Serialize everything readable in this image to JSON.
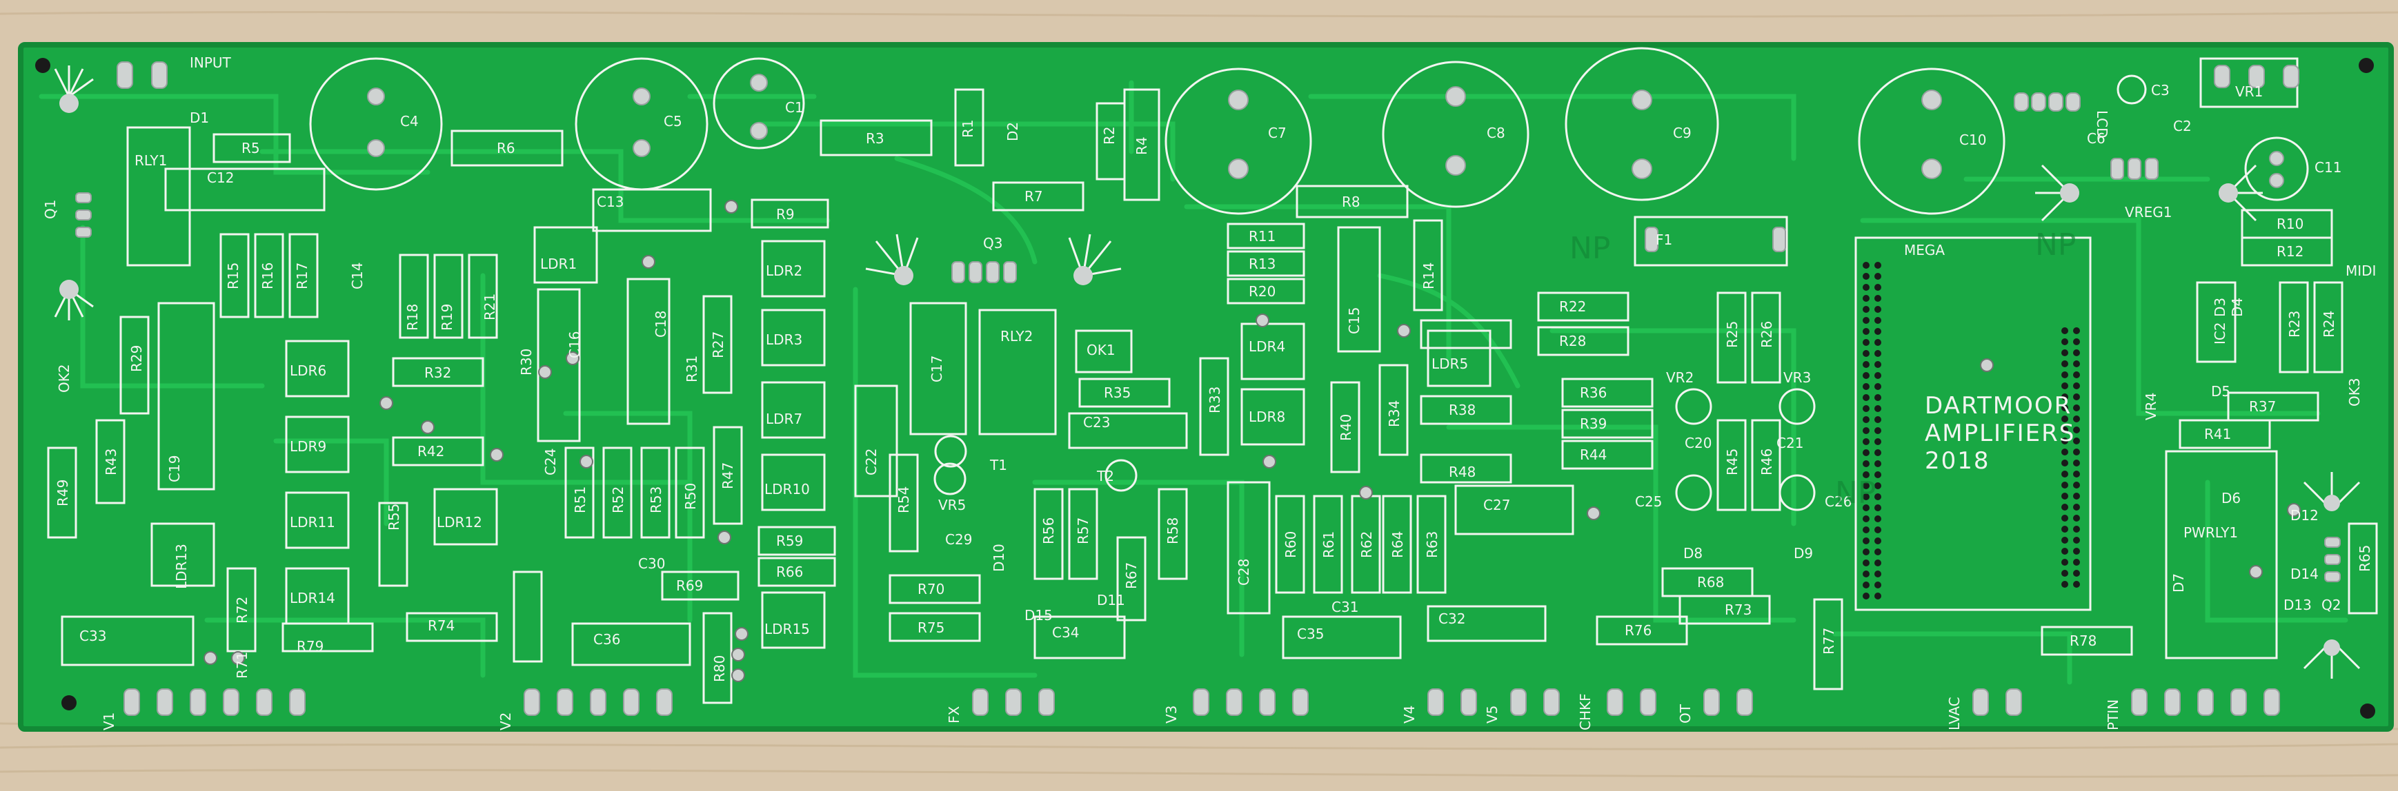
{
  "photo": {
    "subject": "pcb",
    "colors": {
      "background": "#d9c7ad",
      "board": "#19a844",
      "board_dark": "#128a36",
      "trace": "#22c052",
      "silk": "#f2f5f0",
      "pad": "#cfd3d2",
      "hole": "#1a1a1a"
    }
  },
  "labels": {
    "input": "INPUT",
    "d1": "D1",
    "rly1": "RLY1",
    "q1": "Q1",
    "r5": "R5",
    "r6": "R6",
    "r3": "R3",
    "r1": "R1",
    "r2": "R2",
    "r4": "R4",
    "c4": "C4",
    "c5": "C5",
    "c1": "C1",
    "c7": "C7",
    "c8": "C8",
    "c9": "C9",
    "c10": "C10",
    "c11": "C11",
    "c3": "C3",
    "c2": "C2",
    "c6": "C6",
    "lcd": "LCD",
    "vr1": "VR1",
    "vreg1": "VREG1",
    "d2": "D2",
    "c12": "C12",
    "c13": "C13",
    "r9": "R9",
    "r7": "R7",
    "q3": "Q3",
    "r8": "R8",
    "r11": "R11",
    "r13": "R13",
    "r20": "R20",
    "r15": "R15",
    "r16": "R16",
    "r17": "R17",
    "c14": "C14",
    "ldr1": "LDR1",
    "ldr2": "LDR2",
    "ldr3": "LDR3",
    "ldr4": "LDR4",
    "ldr5": "LDR5",
    "ldr6": "LDR6",
    "ldr7": "LDR7",
    "ldr8": "LDR8",
    "ldr9": "LDR9",
    "ldr10": "LDR10",
    "ldr11": "LDR11",
    "ldr12": "LDR12",
    "ldr13": "LDR13",
    "ldr14": "LDR14",
    "ldr15": "LDR15",
    "r18": "R18",
    "r19": "R19",
    "r21": "R21",
    "c16": "C16",
    "c18": "C18",
    "r27": "R27",
    "r30": "R30",
    "r31": "R31",
    "r32": "R32",
    "r29": "R29",
    "ok2": "OK2",
    "c19": "C19",
    "r43": "R43",
    "r49": "R49",
    "r42": "R42",
    "r55": "R55",
    "c24": "C24",
    "r51": "R51",
    "r52": "R52",
    "r53": "R53",
    "r50": "R50",
    "r47": "R47",
    "rly2": "RLY2",
    "ok1": "OK1",
    "c17": "C17",
    "r35": "R35",
    "c23": "C23",
    "c22": "C22",
    "r54": "R54",
    "vr5": "VR5",
    "t1": "T1",
    "t2": "T2",
    "r56": "R56",
    "r57": "R57",
    "r58": "R58",
    "c29": "C29",
    "d10": "D10",
    "d15": "D15",
    "d11": "D11",
    "r67": "R67",
    "r70": "R70",
    "r75": "R75",
    "c34": "C34",
    "r59": "R59",
    "r66": "R66",
    "r69": "R69",
    "c30": "C30",
    "r72": "R72",
    "r74": "R74",
    "r71": "R71",
    "r79": "R79",
    "c33": "C33",
    "c36": "C36",
    "r80": "R80",
    "r33": "R33",
    "c15": "C15",
    "r14": "R14",
    "r34": "R34",
    "r38": "R38",
    "r40": "R40",
    "c28": "C28",
    "r60": "R60",
    "r61": "R61",
    "r62": "R62",
    "r64": "R64",
    "r63": "R63",
    "c35": "C35",
    "c31": "C31",
    "c32": "C32",
    "r48": "R48",
    "c27": "C27",
    "f1": "F1",
    "r22": "R22",
    "r28": "R28",
    "r25": "R25",
    "r26": "R26",
    "vr2": "VR2",
    "vr3": "VR3",
    "r36": "R36",
    "r39": "R39",
    "r44": "R44",
    "c20": "C20",
    "c21": "C21",
    "r45": "R45",
    "r46": "R46",
    "c25": "C25",
    "c26": "C26",
    "d8": "D8",
    "d9": "D9",
    "r68": "R68",
    "r73": "R73",
    "r76": "R76",
    "r77": "R77",
    "r78": "R78",
    "mega": "MEGA",
    "vr4": "VR4",
    "brand1": "DARTMOOR",
    "brand2": "AMPLIFIERS",
    "brand3": "2018",
    "r10": "R10",
    "r12": "R12",
    "midi": "MIDI",
    "d3": "D3",
    "d4": "D4",
    "ic2": "IC2",
    "r23": "R23",
    "r24": "R24",
    "d5": "D5",
    "r37": "R37",
    "ok3": "OK3",
    "r41": "R41",
    "d6": "D6",
    "pwrly1": "PWRLY1",
    "d12": "D12",
    "d7": "D7",
    "d14": "D14",
    "d13": "D13",
    "q2": "Q2",
    "r65": "R65",
    "np1": "NP",
    "np2": "NP",
    "np3": "NP",
    "v1": "V1",
    "v2": "V2",
    "fx": "FX",
    "v3": "V3",
    "v4": "V4",
    "v5": "V5",
    "chkf": "CHKF",
    "ot": "OT",
    "lvac": "LVAC",
    "ptin": "PTIN"
  }
}
